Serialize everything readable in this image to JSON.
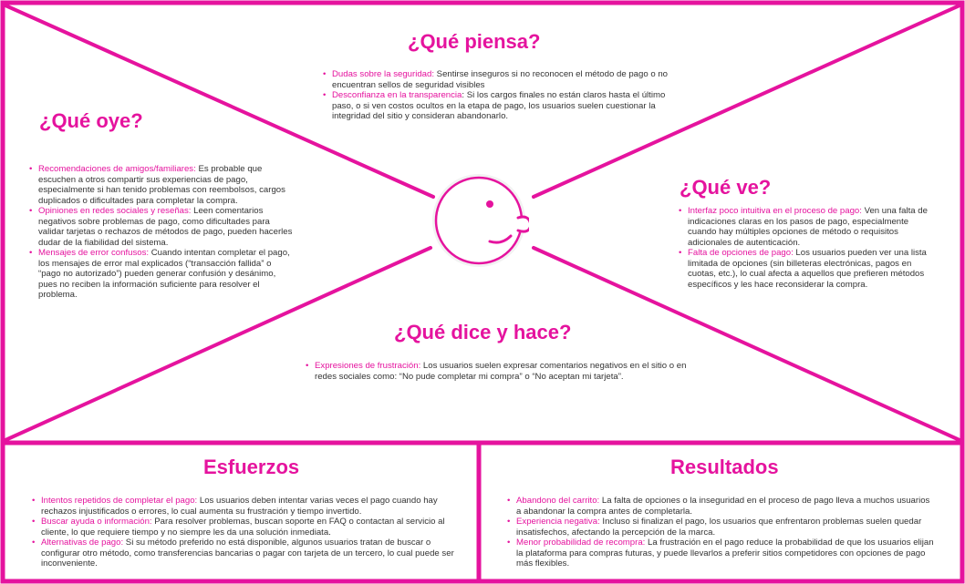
{
  "colors": {
    "accent": "#E5139E",
    "text": "#333333",
    "face_bg": "#F2F2F2"
  },
  "icons": {
    "center": "smiling-face-icon"
  },
  "piensa": {
    "title": "¿Qué piensa?",
    "items": [
      {
        "term": "Dudas sobre la seguridad:",
        "text": " Sentirse inseguros si no reconocen el método de pago o no encuentran sellos de seguridad visibles"
      },
      {
        "term": "Desconfianza en la transparencia",
        "text": ": Si los cargos finales no están claros hasta el último paso, o si ven costos ocultos en la etapa de pago, los usuarios suelen cuestionar la integridad del sitio y consideran abandonarlo."
      }
    ]
  },
  "oye": {
    "title": "¿Qué oye?",
    "items": [
      {
        "term": "Recomendaciones de amigos/familiares:",
        "text": " Es probable que escuchen a otros compartir sus experiencias de pago, especialmente si han tenido problemas con reembolsos, cargos duplicados o dificultades para completar la compra."
      },
      {
        "term": "Opiniones en redes sociales y reseñas:",
        "text": " Leen comentarios negativos sobre problemas de pago, como dificultades para validar tarjetas o rechazos de métodos de pago, pueden hacerles dudar de la fiabilidad del sistema."
      },
      {
        "term": "Mensajes de error confusos:",
        "text": " Cuando intentan completar el pago, los mensajes de error mal explicados (“transacción fallida” o “pago no autorizado”) pueden generar confusión y desánimo, pues no reciben la información suficiente para resolver el problema."
      }
    ]
  },
  "ve": {
    "title": "¿Qué ve?",
    "items": [
      {
        "term": "Interfaz poco intuitiva en el proceso de pago:",
        "text": " Ven una falta de indicaciones claras en los pasos de pago, especialmente cuando hay múltiples opciones de método o requisitos adicionales de autenticación."
      },
      {
        "term": "Falta de opciones de pago:",
        "text": " Los usuarios pueden ver una lista limitada de opciones (sin billeteras electrónicas, pagos en cuotas, etc.), lo cual afecta a aquellos que prefieren métodos específicos y les hace reconsiderar la compra."
      }
    ]
  },
  "dice": {
    "title": "¿Qué dice y hace?",
    "items": [
      {
        "term": "Expresiones de frustración:",
        "text": " Los usuarios suelen expresar comentarios negativos en el sitio o en redes sociales como: “No pude completar mi compra” o “No aceptan mi tarjeta”."
      }
    ]
  },
  "esfuerzos": {
    "title": "Esfuerzos",
    "items": [
      {
        "term": "Intentos repetidos de completar el pago:",
        "text": " Los usuarios deben intentar varias veces el pago cuando hay rechazos injustificados o errores, lo cual aumenta su frustración y tiempo invertido."
      },
      {
        "term": "Buscar ayuda o información:",
        "text": " Para resolver problemas, buscan soporte en FAQ o contactan al servicio al cliente, lo que requiere tiempo y no siempre les da una solución inmediata."
      },
      {
        "term": "Alternativas de pago:",
        "text": " Si su método preferido no está disponible, algunos usuarios tratan de buscar o configurar otro método, como transferencias bancarias o pagar con tarjeta de un tercero, lo cual puede ser inconveniente."
      }
    ]
  },
  "resultados": {
    "title": "Resultados",
    "items": [
      {
        "term": "Abandono del carrito:",
        "text": " La falta de opciones o la inseguridad en el proceso de pago lleva a muchos usuarios a abandonar la compra antes de completarla."
      },
      {
        "term": "Experiencia negativa:",
        "text": " Incluso si finalizan el pago, los usuarios que enfrentaron problemas suelen quedar insatisfechos, afectando la percepción de la marca."
      },
      {
        "term": "Menor probabilidad de recompra:",
        "text": " La frustración en el pago reduce la probabilidad de que los usuarios elijan la plataforma para compras futuras, y puede llevarlos a preferir sitios competidores con opciones de pago más flexibles."
      }
    ]
  }
}
